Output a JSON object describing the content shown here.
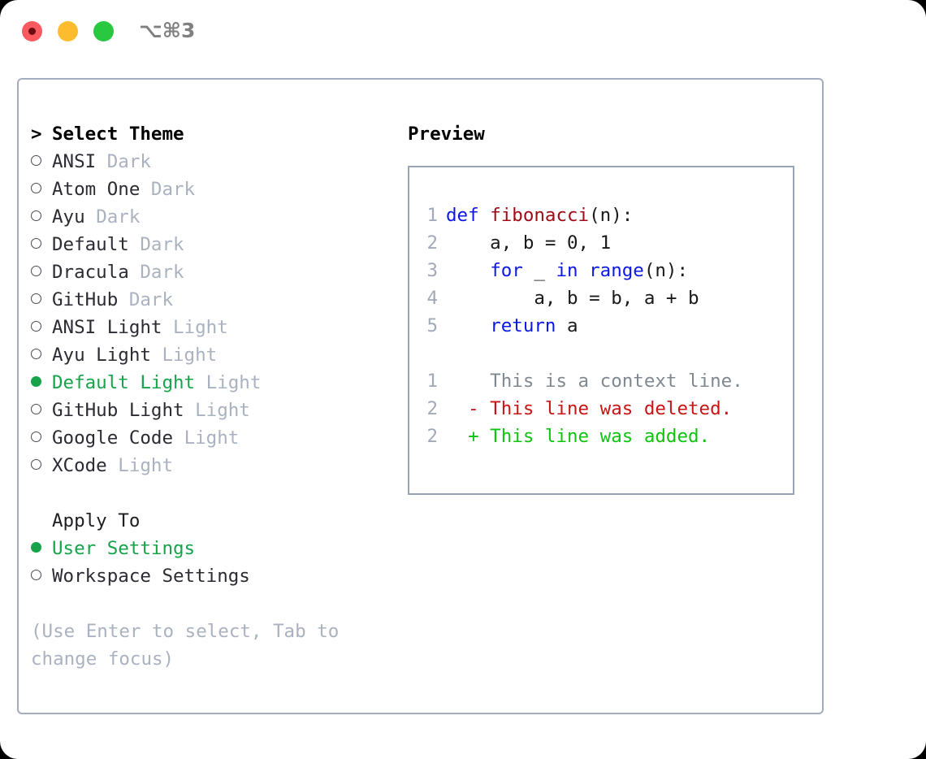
{
  "window": {
    "traffic_lights": [
      "close-red",
      "minimize-yellow",
      "maximize-green"
    ],
    "shortcut_label": "⌥⌘3"
  },
  "theme_picker": {
    "heading_marker": ">",
    "heading": "Select Theme",
    "items": [
      {
        "marker": "o",
        "name": "ANSI",
        "variant": "Dark",
        "selected": false
      },
      {
        "marker": "o",
        "name": "Atom One",
        "variant": "Dark",
        "selected": false
      },
      {
        "marker": "o",
        "name": "Ayu",
        "variant": "Dark",
        "selected": false
      },
      {
        "marker": "o",
        "name": "Default",
        "variant": "Dark",
        "selected": false
      },
      {
        "marker": "o",
        "name": "Dracula",
        "variant": "Dark",
        "selected": false
      },
      {
        "marker": "o",
        "name": "GitHub",
        "variant": "Dark",
        "selected": false
      },
      {
        "marker": "o",
        "name": "ANSI Light",
        "variant": "Light",
        "selected": false
      },
      {
        "marker": "o",
        "name": "Ayu Light",
        "variant": "Light",
        "selected": false
      },
      {
        "marker": "●",
        "name": "Default Light",
        "variant": "Light",
        "selected": true
      },
      {
        "marker": "o",
        "name": "GitHub Light",
        "variant": "Light",
        "selected": false
      },
      {
        "marker": "o",
        "name": "Google Code",
        "variant": "Light",
        "selected": false
      },
      {
        "marker": "o",
        "name": "XCode",
        "variant": "Light",
        "selected": false
      }
    ]
  },
  "apply_to": {
    "title": "Apply To",
    "options": [
      {
        "label": "User Settings",
        "selected": true
      },
      {
        "label": "Workspace Settings",
        "selected": false
      }
    ]
  },
  "hint": "(Use Enter to select, Tab to change focus)",
  "preview": {
    "title": "Preview",
    "code_lines": [
      {
        "n": "1",
        "tokens": [
          {
            "t": "def",
            "c": "kw"
          },
          {
            "t": " ",
            "c": "plain"
          },
          {
            "t": "fibonacci",
            "c": "fn"
          },
          {
            "t": "(n):",
            "c": "plain"
          }
        ]
      },
      {
        "n": "2",
        "tokens": [
          {
            "t": "    a, b = 0, 1",
            "c": "plain"
          }
        ]
      },
      {
        "n": "3",
        "tokens": [
          {
            "t": "    ",
            "c": "plain"
          },
          {
            "t": "for",
            "c": "kw"
          },
          {
            "t": " _ ",
            "c": "plain"
          },
          {
            "t": "in",
            "c": "kw"
          },
          {
            "t": " ",
            "c": "plain"
          },
          {
            "t": "range",
            "c": "kw"
          },
          {
            "t": "(n):",
            "c": "plain"
          }
        ]
      },
      {
        "n": "4",
        "tokens": [
          {
            "t": "        a, b = b, a + b",
            "c": "plain"
          }
        ]
      },
      {
        "n": "5",
        "tokens": [
          {
            "t": "    ",
            "c": "plain"
          },
          {
            "t": "return",
            "c": "kw"
          },
          {
            "t": " a",
            "c": "plain"
          }
        ]
      }
    ],
    "diff_lines": [
      {
        "n": "1",
        "sign": " ",
        "text": "This is a context line.",
        "kind": "ctx"
      },
      {
        "n": "2",
        "sign": "-",
        "text": "This line was deleted.",
        "kind": "del"
      },
      {
        "n": "2",
        "sign": "+",
        "text": "This line was added.",
        "kind": "add"
      }
    ]
  },
  "colors": {
    "selected_green": "#16a34a",
    "variant_gray": "#aab2c0",
    "keyword_blue": "#0b18e8",
    "function_red": "#9e0b17",
    "diff_added": "#0ec40e",
    "diff_deleted": "#c81414",
    "border": "#a3adbd"
  }
}
